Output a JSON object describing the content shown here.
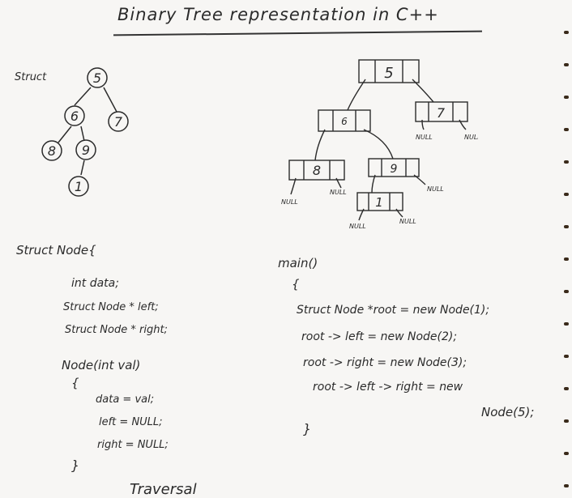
{
  "title": "Binary Tree representation in C++",
  "struct_label": "Struct",
  "tree_nodes": {
    "root": "5",
    "left": "6",
    "right": "7",
    "left_left": "8",
    "left_right": "9",
    "left_right_left": "1"
  },
  "null_label": "NULL",
  "struct_code": {
    "line1": "Struct Node{",
    "line2": "int data;",
    "line3": "Struct Node * left;",
    "line4": "Struct Node * right;",
    "line5": "Node(int val)",
    "line6": "{",
    "line7": "data = val;",
    "line8": "left = NULL;",
    "line9": "right = NULL;",
    "line10": "}"
  },
  "main_code": {
    "line1": "main()",
    "line2": "{",
    "line3": "Struct Node *root = new Node(1);",
    "line4": "root -> left = new Node(2);",
    "line5": "root -> right = new Node(3);",
    "line6": "root -> left -> right = new",
    "line7": "Node(5);",
    "line8": "}"
  },
  "footer_text": "Traversal"
}
